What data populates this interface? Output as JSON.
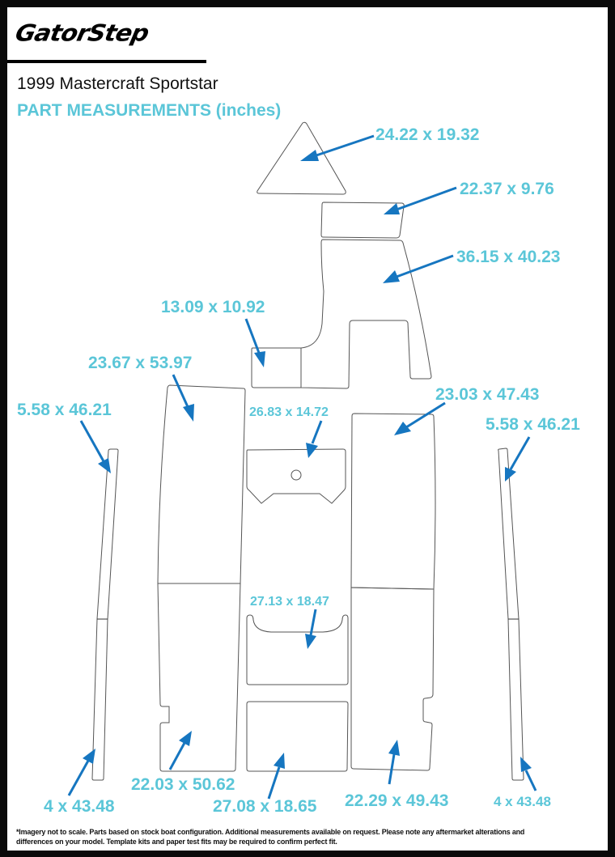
{
  "header": {
    "logo_text": "GatorStep",
    "boat_model": "1999 Mastercraft Sportstar",
    "section_title": "PART MEASUREMENTS (inches)"
  },
  "parts": [
    {
      "id": "bow-triangle",
      "label": "24.22 x 19.32"
    },
    {
      "id": "bow-top-rect",
      "label": "22.37 x 9.76"
    },
    {
      "id": "bow-main",
      "label": "36.15 x 40.23"
    },
    {
      "id": "small-square",
      "label": "13.09 x 10.92"
    },
    {
      "id": "left-upper-panel",
      "label": "23.67 x 53.97"
    },
    {
      "id": "left-gunwale-upper",
      "label": "5.58 x 46.21"
    },
    {
      "id": "center-upper",
      "label": "26.83 x 14.72"
    },
    {
      "id": "right-upper-panel",
      "label": "23.03 x 47.43"
    },
    {
      "id": "right-gunwale-upper",
      "label": "5.58 x 46.21"
    },
    {
      "id": "center-middle",
      "label": "27.13 x 18.47"
    },
    {
      "id": "left-lower-panel",
      "label": "22.03 x 50.62"
    },
    {
      "id": "left-gunwale-lower",
      "label": "4 x 43.48"
    },
    {
      "id": "center-lower",
      "label": "27.08 x 18.65"
    },
    {
      "id": "right-lower-panel",
      "label": "22.29 x 49.43"
    },
    {
      "id": "right-gunwale-lower",
      "label": "4 x 43.48"
    }
  ],
  "colors": {
    "label": "#5bc6d8",
    "arrow": "#1676c0",
    "outline": "#555555",
    "frame": "#0a0a0a"
  },
  "footnote": "*Imagery not to scale. Parts based on stock boat configuration. Additional measurements available on request. Please note any aftermarket alterations and differences on your model. Template kits and paper test fits may be required to confirm perfect fit."
}
